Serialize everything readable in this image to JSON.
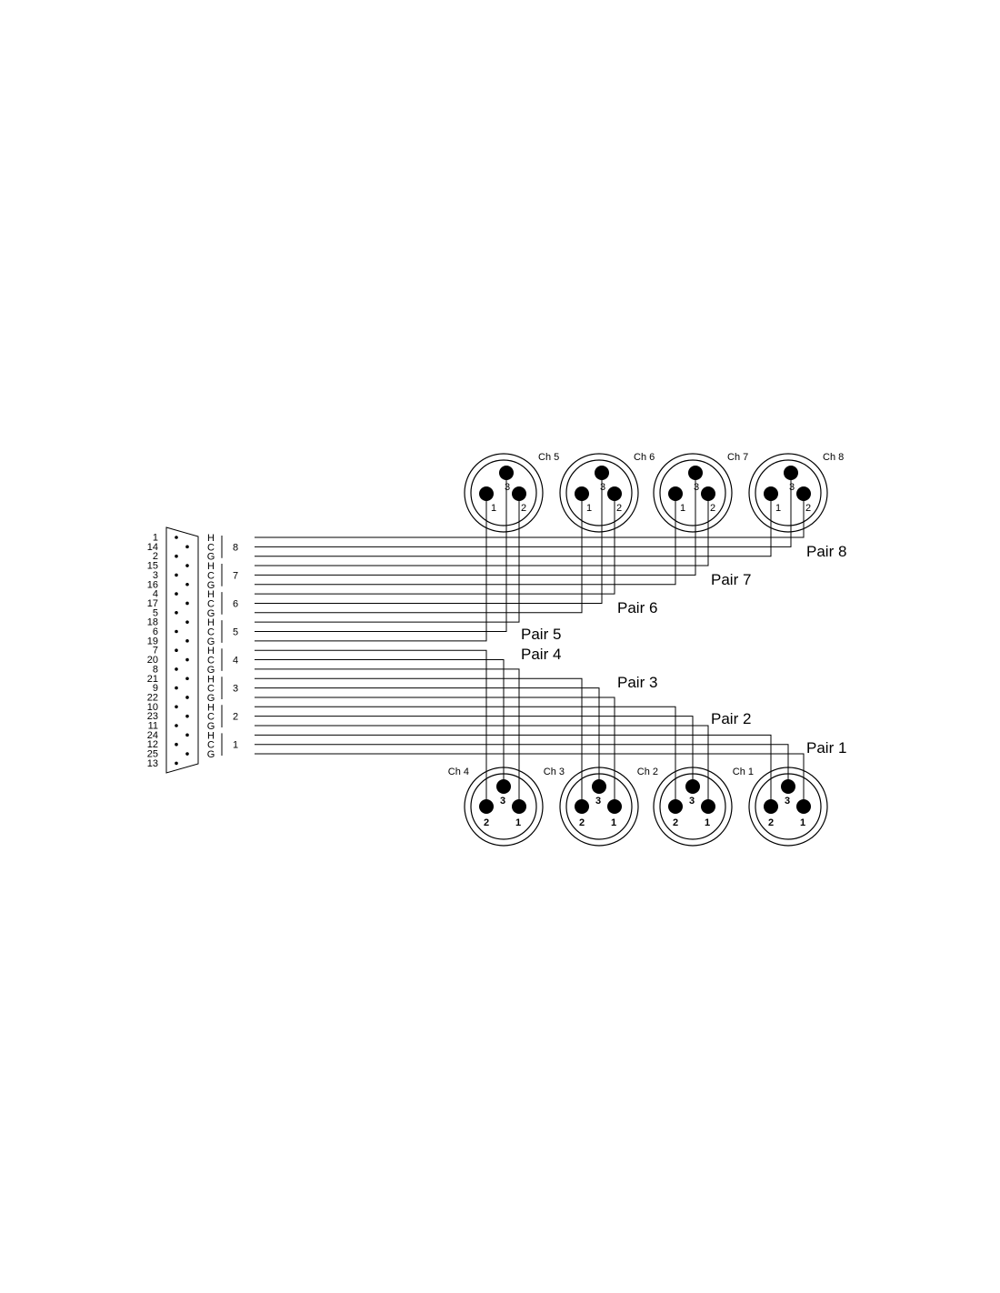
{
  "db25": {
    "pin_labels": [
      "1",
      "14",
      "2",
      "15",
      "3",
      "16",
      "4",
      "17",
      "5",
      "18",
      "6",
      "19",
      "7",
      "20",
      "8",
      "21",
      "9",
      "22",
      "10",
      "23",
      "11",
      "24",
      "12",
      "25",
      "13"
    ]
  },
  "wire_labels": [
    "H",
    "C",
    "G",
    "H",
    "C",
    "G",
    "H",
    "C",
    "G",
    "H",
    "C",
    "G",
    "H",
    "C",
    "G",
    "H",
    "C",
    "G",
    "H",
    "C",
    "G",
    "H",
    "C",
    "G"
  ],
  "groups": [
    "8",
    "7",
    "6",
    "5",
    "4",
    "3",
    "2",
    "1"
  ],
  "xlr_top": [
    {
      "channel": "Ch 5",
      "pins": [
        "1",
        "2",
        "3"
      ]
    },
    {
      "channel": "Ch 6",
      "pins": [
        "1",
        "2",
        "3"
      ]
    },
    {
      "channel": "Ch 7",
      "pins": [
        "1",
        "2",
        "3"
      ]
    },
    {
      "channel": "Ch 8",
      "pins": [
        "1",
        "2",
        "3"
      ]
    }
  ],
  "xlr_bottom": [
    {
      "channel": "Ch 4",
      "pins": [
        "2",
        "1",
        "3"
      ]
    },
    {
      "channel": "Ch 3",
      "pins": [
        "2",
        "1",
        "3"
      ]
    },
    {
      "channel": "Ch 2",
      "pins": [
        "2",
        "1",
        "3"
      ]
    },
    {
      "channel": "Ch 1",
      "pins": [
        "2",
        "1",
        "3"
      ]
    }
  ],
  "pairs": [
    "Pair 8",
    "Pair 7",
    "Pair 6",
    "Pair 5",
    "Pair 4",
    "Pair 3",
    "Pair 2",
    "Pair 1"
  ]
}
